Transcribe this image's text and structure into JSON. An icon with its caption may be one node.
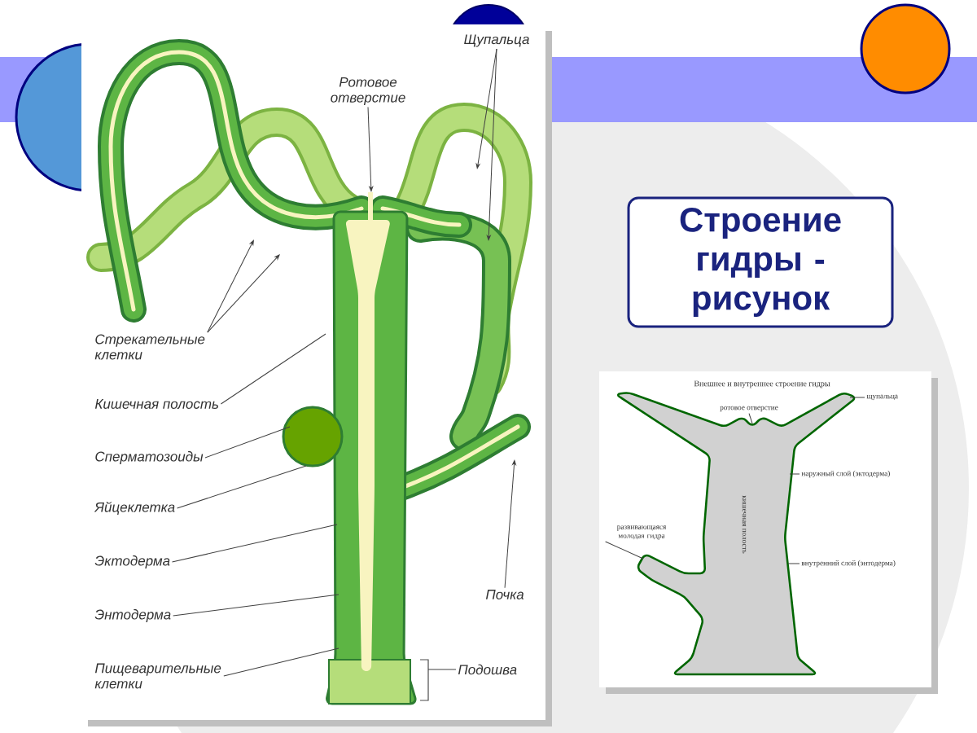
{
  "diagram": {
    "nodes": [
      {
        "text": [
          "Строение гидры - рисунок"
        ]
      },
      {
        "text": [
          "Щупальца"
        ]
      },
      {
        "text": [
          "Ротовое отверстие"
        ]
      },
      {
        "text": [
          "Стрекательные клетки"
        ]
      },
      {
        "text": [
          "Кишечная полость"
        ]
      },
      {
        "text": [
          "Сперматозоиды"
        ]
      },
      {
        "text": [
          "Яйцеклетка"
        ]
      },
      {
        "text": [
          "Эктодерма"
        ]
      },
      {
        "text": [
          "Энтодерма"
        ]
      },
      {
        "text": [
          "Пищеварительные клетки"
        ]
      },
      {
        "text": [
          "Почка"
        ]
      },
      {
        "text": [
          "Подошва"
        ]
      },
      {
        "text": [
          "щупальца"
        ]
      },
      {
        "text": [
          "ротовое отверстие"
        ]
      },
      {
        "text": [
          "наружный слой (эктодерма)"
        ]
      },
      {
        "text": [
          "внутренний слой (энтодерма)"
        ]
      },
      {
        "text": [
          "развивающаяся молодая гидра"
        ]
      }
    ],
    "edges": [
      {
        "from": 1,
        "to": null,
        "arrow": "to"
      },
      {
        "from": 1,
        "to": null,
        "arrow": "to"
      },
      {
        "from": 2,
        "to": null,
        "arrow": "to"
      },
      {
        "from": 3,
        "to": null,
        "arrow": "to"
      },
      {
        "from": 3,
        "to": null,
        "arrow": "to"
      },
      {
        "from": 4,
        "to": null,
        "arrow": "none"
      },
      {
        "from": 5,
        "to": null,
        "arrow": "none"
      },
      {
        "from": 6,
        "to": null,
        "arrow": "none"
      },
      {
        "from": 7,
        "to": null,
        "arrow": "none"
      },
      {
        "from": 8,
        "to": null,
        "arrow": "none"
      },
      {
        "from": 9,
        "to": null,
        "arrow": "none"
      },
      {
        "from": 10,
        "to": null,
        "arrow": "to"
      },
      {
        "from": 11,
        "to": null,
        "arrow": "none"
      },
      {
        "from": 12,
        "to": null,
        "arrow": "none"
      },
      {
        "from": 13,
        "to": null,
        "arrow": "none"
      },
      {
        "from": 14,
        "to": null,
        "arrow": "none"
      },
      {
        "from": 15,
        "to": null,
        "arrow": "none"
      },
      {
        "from": 16,
        "to": null,
        "arrow": "none"
      }
    ],
    "labels": [
      "Внешнее и внутреннее строение гидры",
      "кишечная полость"
    ]
  }
}
